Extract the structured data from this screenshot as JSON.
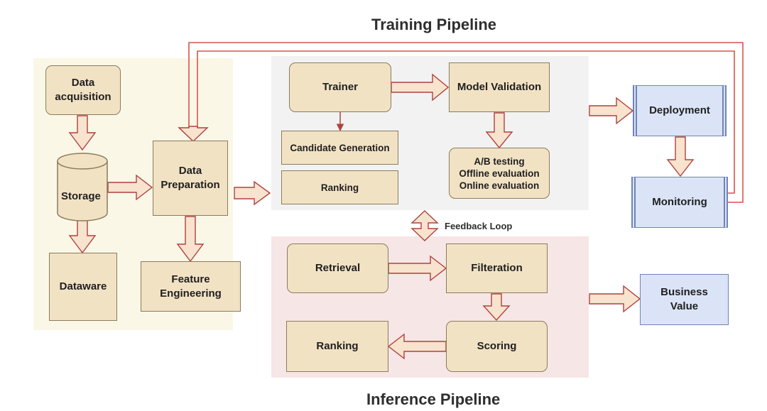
{
  "titles": {
    "training": "Training Pipeline",
    "inference": "Inference Pipeline"
  },
  "nodes": {
    "data_acquisition": "Data\nacquisition",
    "storage": "Storage",
    "dataware": "Dataware",
    "data_preparation": "Data\nPreparation",
    "feature_engineering": "Feature\nEngineering",
    "trainer": "Trainer",
    "model_validation": "Model Validation",
    "candidate_generation": "Candidate Generation",
    "ranking_training": "Ranking",
    "evaluation": "A/B testing\nOffline evaluation\nOnline evaluation",
    "deployment": "Deployment",
    "monitoring": "Monitoring",
    "retrieval": "Retrieval",
    "filteration": "Filteration",
    "scoring": "Scoring",
    "ranking_inference": "Ranking",
    "business_value": "Business\nValue"
  },
  "labels": {
    "feedback_loop": "Feedback Loop"
  },
  "colors": {
    "node_fill": "#f2e2c4",
    "node_border": "#8b7b5e",
    "blue_fill": "#dbe4f7",
    "blue_border": "#6f84b8",
    "data_region": "#fbf7e6",
    "training_region": "#f2f2f2",
    "inference_region": "#f7e6e6",
    "loop_line": "#d9534f",
    "arrow_fill": "#f7e3ce",
    "arrow_stroke": "#b0413e"
  }
}
